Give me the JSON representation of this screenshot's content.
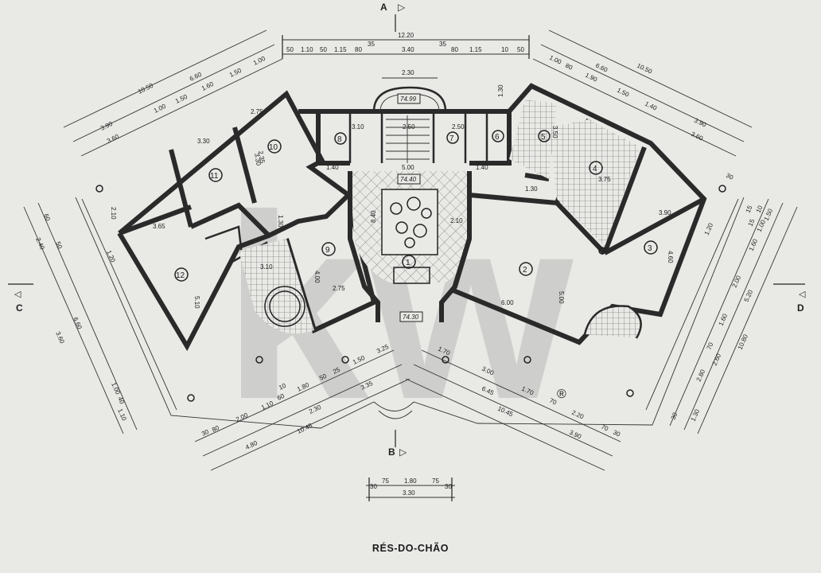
{
  "plan": {
    "title": "RÉS-DO-CHÃO",
    "watermark": "kw",
    "watermark_mark": "®",
    "section_markers": [
      {
        "id": "A",
        "arrow": "▷"
      },
      {
        "id": "B",
        "arrow": "▷"
      },
      {
        "id": "C",
        "arrow": "◁"
      },
      {
        "id": "D",
        "arrow": "◁"
      }
    ],
    "rooms": [
      "1",
      "2",
      "3",
      "4",
      "5",
      "6",
      "7",
      "8",
      "9",
      "10",
      "11",
      "12"
    ],
    "levels": [
      "74.99",
      "74.40",
      "74.30"
    ],
    "dims": {
      "top_total": "12.20",
      "top_row": [
        "50",
        "1.10",
        "50",
        "1.15",
        "80",
        "35",
        "3.40",
        "35",
        "80",
        "1.15",
        "10",
        "50"
      ],
      "top_stair": "2.30",
      "left_top_a": "10.50",
      "left_top_b": "6.60",
      "left_top_row": [
        "1.00",
        "1.50",
        "1.60",
        "1.50",
        "1.00"
      ],
      "left_top_c": "3.90",
      "left_top_d": "3.60",
      "right_top_a": "10.50",
      "right_top_b": "6.60",
      "right_top_row": [
        "1.00",
        "80",
        "1.90",
        "1.50",
        "1.40"
      ],
      "right_top_c": "3.90",
      "right_top_d": "3.60",
      "bottom_left_total": "10.45",
      "bottom_left_a": "4.80",
      "bottom_left_b": "2.30",
      "bottom_left_c": "3.35",
      "bottom_left_row": [
        "30",
        "80",
        "2.00",
        "1.10",
        "60",
        "10",
        "1.80",
        "50",
        "25",
        "1.50",
        "3.25"
      ],
      "bottom_right_total": "10.45",
      "bottom_right_a": "6.45",
      "bottom_right_b": "3.00",
      "bottom_right_c": "3.90",
      "bottom_right_row": [
        "1.70",
        "1.70",
        "70",
        "2.20",
        "70",
        "30"
      ],
      "bottom_center_total": "3.30",
      "bottom_center_row": [
        "30",
        "75",
        "1.80",
        "75",
        "30"
      ],
      "left_side": [
        "6.60",
        "1.00",
        "40",
        "1.10",
        "3.60",
        "1.20",
        "2.40",
        "60",
        "50"
      ],
      "right_side": [
        "10.80",
        "5.20",
        "2.60",
        "2.80",
        "2.00",
        "1.60",
        "1.60",
        "70",
        "1.30",
        "1.20",
        "30",
        "15",
        "1.50",
        "1.00",
        "10",
        "15",
        "30"
      ],
      "room_dims": [
        "3.65",
        "5.10",
        "3.30",
        "3.30",
        "2.75",
        "2.50",
        "3.10",
        "2.50",
        "4.00",
        "2.75",
        "6.00",
        "5.00",
        "3.90",
        "4.60",
        "3.75",
        "3.10",
        "3.50",
        "2.35",
        "1.40",
        "1.40",
        "1.30",
        "1.30",
        "8.40",
        "5.00",
        "2.10",
        "1.30",
        "2.10"
      ]
    }
  }
}
